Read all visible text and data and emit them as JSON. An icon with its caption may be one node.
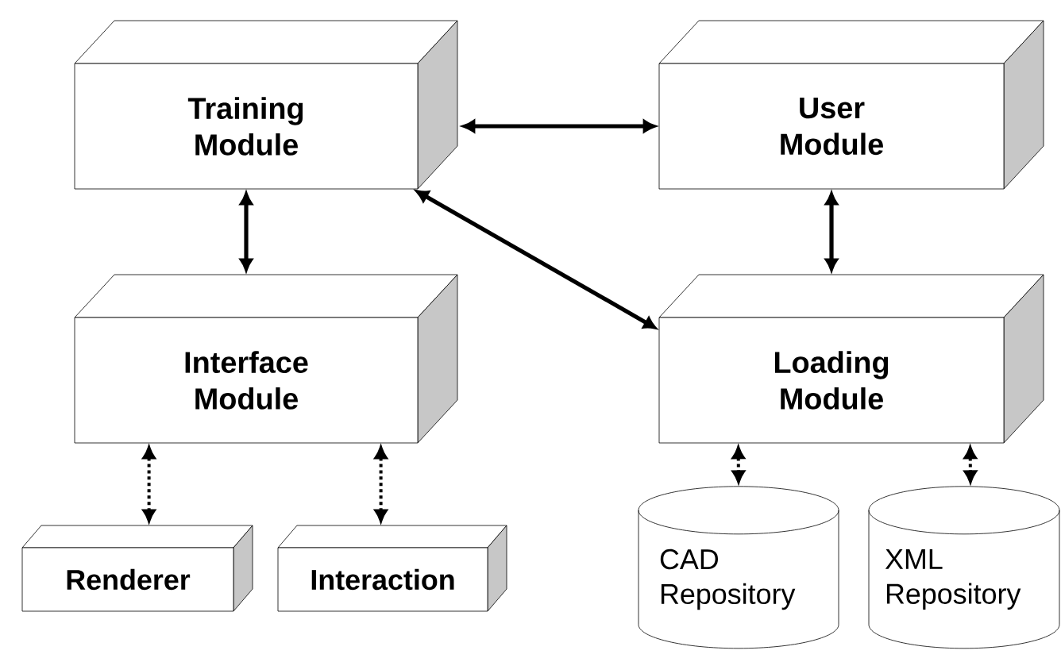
{
  "diagram": {
    "nodes": [
      {
        "text": [
          "Training Module"
        ]
      },
      {
        "text": [
          "User Module"
        ]
      },
      {
        "text": [
          "Interface Module"
        ]
      },
      {
        "text": [
          "Loading Module"
        ]
      },
      {
        "text": [
          "Renderer"
        ]
      },
      {
        "text": [
          "Interaction"
        ]
      },
      {
        "text": [
          "CAD Repository"
        ]
      },
      {
        "text": [
          "XML Repository"
        ]
      }
    ],
    "edges": [
      {
        "from": 0,
        "to": 1,
        "arrow": "both"
      },
      {
        "from": 0,
        "to": 2,
        "arrow": "both"
      },
      {
        "from": 1,
        "to": 3,
        "arrow": "both"
      },
      {
        "from": 0,
        "to": 3,
        "arrow": "both"
      },
      {
        "from": 2,
        "to": 4,
        "arrow": "both",
        "style": "dashed"
      },
      {
        "from": 2,
        "to": 5,
        "arrow": "both",
        "style": "dashed"
      },
      {
        "from": 3,
        "to": 6,
        "arrow": "both",
        "style": "dashed"
      },
      {
        "from": 3,
        "to": 7,
        "arrow": "both",
        "style": "dashed"
      }
    ]
  }
}
